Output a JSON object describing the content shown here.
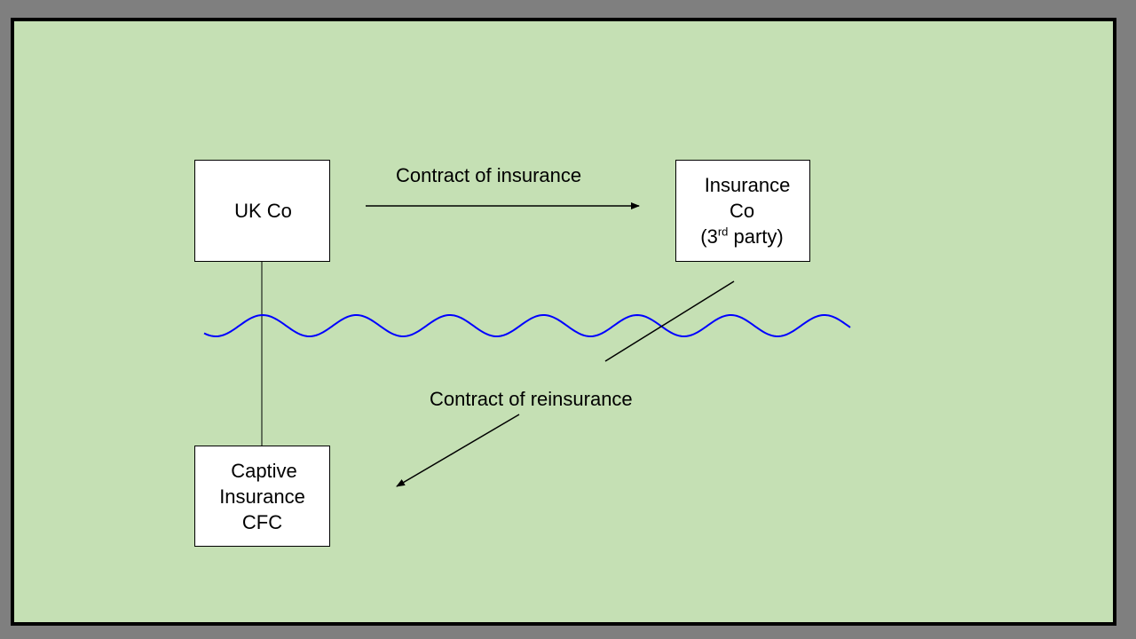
{
  "nodes": {
    "uk_co": {
      "label": "UK Co"
    },
    "insurance_co": {
      "line1": "Insurance",
      "line2": "Co",
      "line3_pre": "(3",
      "line3_sup": "rd",
      "line3_post": " party)"
    },
    "captive": {
      "line1": "Captive",
      "line2": "Insurance",
      "line3": "CFC"
    }
  },
  "edges": {
    "insurance_contract": {
      "label": "Contract of insurance",
      "from": "UK Co",
      "to": "Insurance Co (3rd party)"
    },
    "reinsurance_contract": {
      "label": "Contract of reinsurance",
      "from": "Insurance Co (3rd party)",
      "to": "Captive Insurance CFC"
    },
    "ownership": {
      "from": "UK Co",
      "to": "Captive Insurance CFC"
    }
  },
  "colors": {
    "background": "#c5e0b4",
    "frame": "#7f7f7f",
    "wave": "#0000ff",
    "line": "#000000"
  }
}
